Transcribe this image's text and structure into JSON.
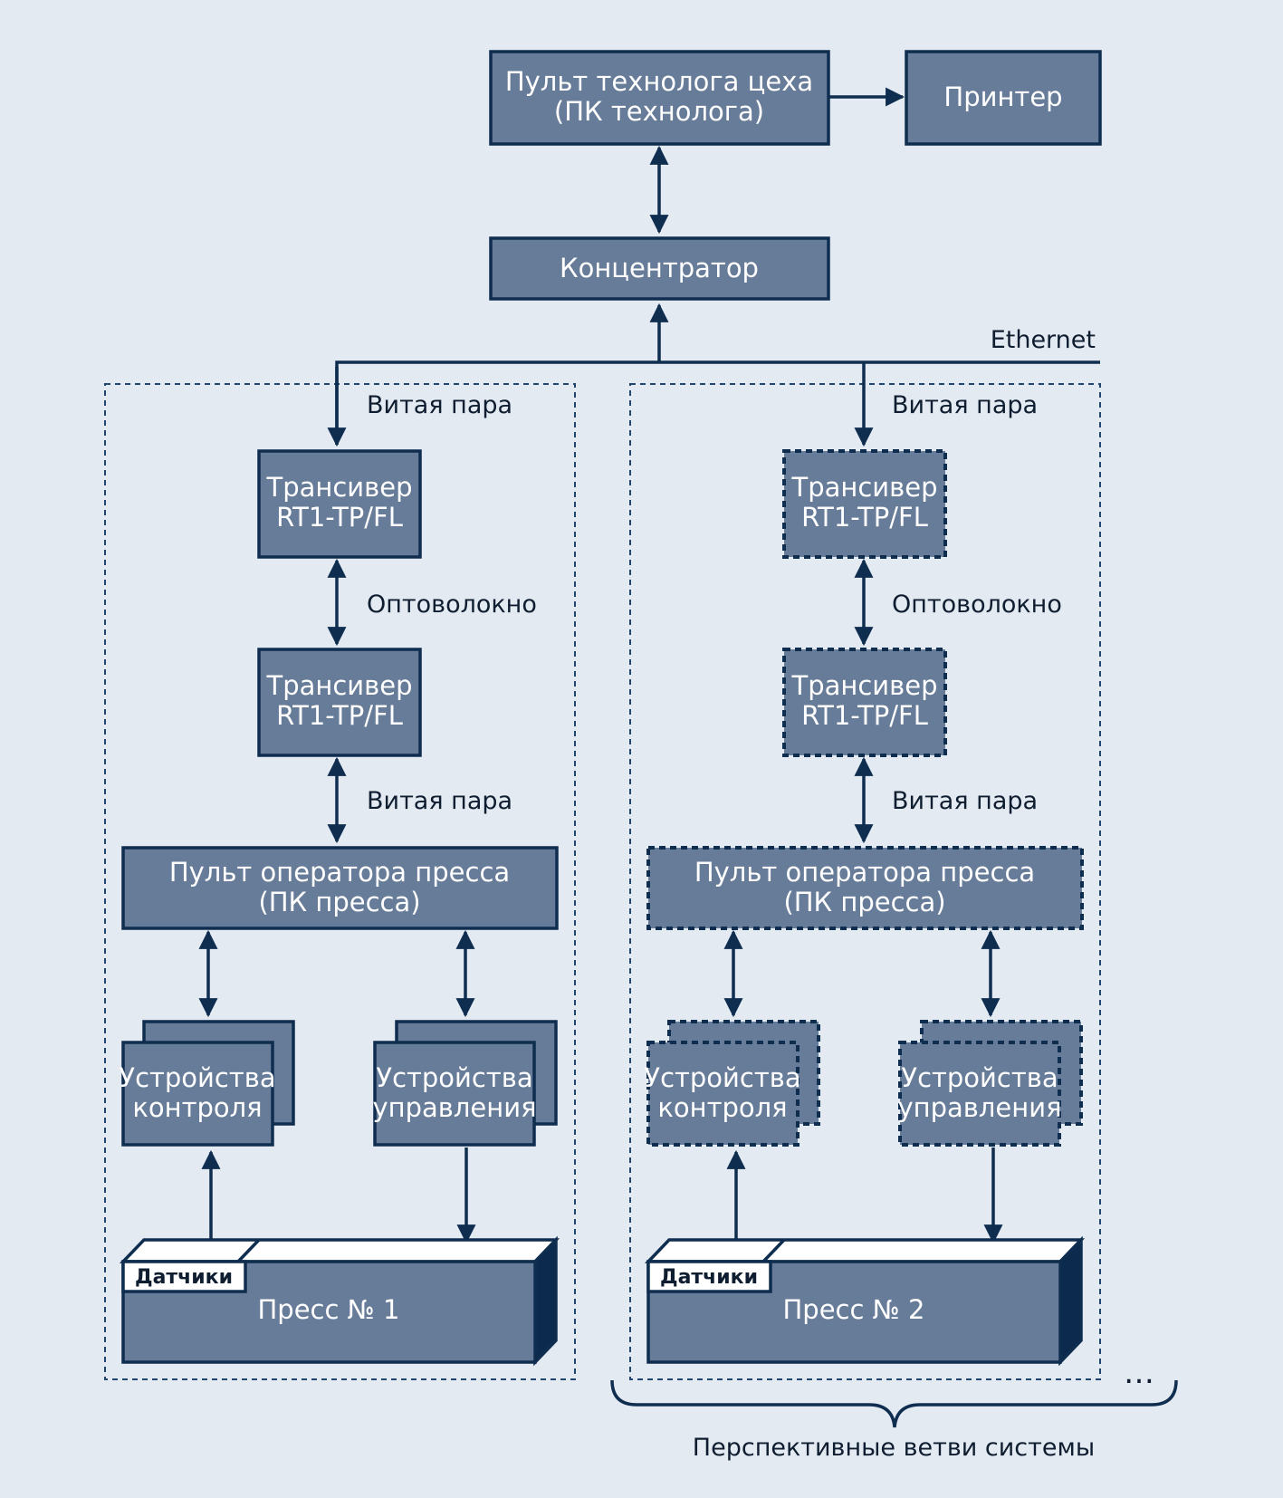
{
  "colors": {
    "background": "#e4eaf2",
    "box_fill": "#677c99",
    "line": "#0f2d4f",
    "press_side": "#0b2a4e",
    "text_light": "#ffffff",
    "text_dark": "#0f1d30"
  },
  "nodes": {
    "technologist_console": {
      "line1": "Пульт технолога цеха",
      "line2": "(ПК технолога)"
    },
    "printer": "Принтер",
    "concentrator": "Концентратор",
    "branch1": {
      "transceiver_top": {
        "line1": "Трансивер",
        "line2": "RT1-TP/FL"
      },
      "transceiver_bottom": {
        "line1": "Трансивер",
        "line2": "RT1-TP/FL"
      },
      "press_operator_console": {
        "line1": "Пульт оператора пресса",
        "line2": "(ПК пресса)"
      },
      "control_devices": {
        "line1": "Устройства",
        "line2": "контроля"
      },
      "management_devices": {
        "line1": "Устройства",
        "line2": "управления"
      },
      "sensors": "Датчики",
      "press": "Пресс № 1"
    },
    "branch2": {
      "transceiver_top": {
        "line1": "Трансивер",
        "line2": "RT1-TP/FL"
      },
      "transceiver_bottom": {
        "line1": "Трансивер",
        "line2": "RT1-TP/FL"
      },
      "press_operator_console": {
        "line1": "Пульт оператора пресса",
        "line2": "(ПК пресса)"
      },
      "control_devices": {
        "line1": "Устройства",
        "line2": "контроля"
      },
      "management_devices": {
        "line1": "Устройства",
        "line2": "управления"
      },
      "sensors": "Датчики",
      "press": "Пресс № 2"
    }
  },
  "labels": {
    "ethernet": "Ethernet",
    "b1_twisted_top": "Витая пара",
    "b1_fiber": "Оптоволокно",
    "b1_twisted_bottom": "Витая пара",
    "b2_twisted_top": "Витая пара",
    "b2_fiber": "Оптоволокно",
    "b2_twisted_bottom": "Витая пара",
    "ellipsis": "…",
    "future_branches": "Перспективные ветви системы"
  },
  "edges": [
    {
      "from": "technologist_console",
      "to": "printer",
      "direction": "forward"
    },
    {
      "from": "technologist_console",
      "to": "concentrator",
      "direction": "both"
    },
    {
      "from": "ethernet_bus",
      "to": "concentrator",
      "direction": "forward"
    },
    {
      "from": "ethernet_bus",
      "to": "branch1.transceiver_top",
      "direction": "forward"
    },
    {
      "from": "ethernet_bus",
      "to": "branch2.transceiver_top",
      "direction": "forward"
    },
    {
      "from": "branch1.transceiver_top",
      "to": "branch1.transceiver_bottom",
      "direction": "both"
    },
    {
      "from": "branch1.transceiver_bottom",
      "to": "branch1.press_operator_console",
      "direction": "both"
    },
    {
      "from": "branch1.press_operator_console",
      "to": "branch1.control_devices",
      "direction": "both"
    },
    {
      "from": "branch1.press_operator_console",
      "to": "branch1.management_devices",
      "direction": "both"
    },
    {
      "from": "branch1.sensors",
      "to": "branch1.control_devices",
      "direction": "forward"
    },
    {
      "from": "branch1.management_devices",
      "to": "branch1.press",
      "direction": "forward"
    },
    {
      "from": "branch2.transceiver_top",
      "to": "branch2.transceiver_bottom",
      "direction": "both"
    },
    {
      "from": "branch2.transceiver_bottom",
      "to": "branch2.press_operator_console",
      "direction": "both"
    },
    {
      "from": "branch2.press_operator_console",
      "to": "branch2.control_devices",
      "direction": "both"
    },
    {
      "from": "branch2.press_operator_console",
      "to": "branch2.management_devices",
      "direction": "both"
    },
    {
      "from": "branch2.sensors",
      "to": "branch2.control_devices",
      "direction": "forward"
    },
    {
      "from": "branch2.management_devices",
      "to": "branch2.press",
      "direction": "forward"
    }
  ]
}
